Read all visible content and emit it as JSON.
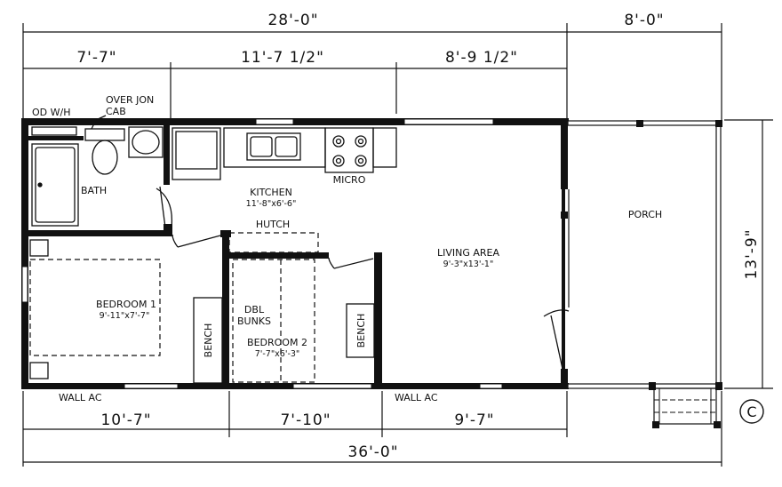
{
  "dimensions": {
    "top_overall": "28'-0\"",
    "top_porch": "8'-0\"",
    "top_seg1": "7'-7\"",
    "top_seg2": "11'-7 1/2\"",
    "top_seg3": "8'-9 1/2\"",
    "bottom_seg1": "10'-7\"",
    "bottom_seg2": "7'-10\"",
    "bottom_seg3": "9'-7\"",
    "bottom_overall": "36'-0\"",
    "right_height": "13'-9\""
  },
  "labels": {
    "od_wh": "OD W/H",
    "over_jon": "OVER JON",
    "cab": "CAB",
    "bath": "BATH",
    "micro": "MICRO",
    "kitchen": "KITCHEN",
    "kitchen_size": "11'-8\"x6'-6\"",
    "hutch": "HUTCH",
    "living": "LIVING AREA",
    "living_size": "9'-3\"x13'-1\"",
    "porch": "PORCH",
    "bedroom1": "BEDROOM 1",
    "bedroom1_size": "9'-11\"x7'-7\"",
    "bench1": "BENCH",
    "dbl": "DBL",
    "bunks": "BUNKS",
    "bedroom2": "BEDROOM 2",
    "bedroom2_size": "7'-7\"x6'-3\"",
    "bench2": "BENCH",
    "wall_ac_1": "WALL AC",
    "wall_ac_2": "WALL AC",
    "copyright": "C"
  }
}
